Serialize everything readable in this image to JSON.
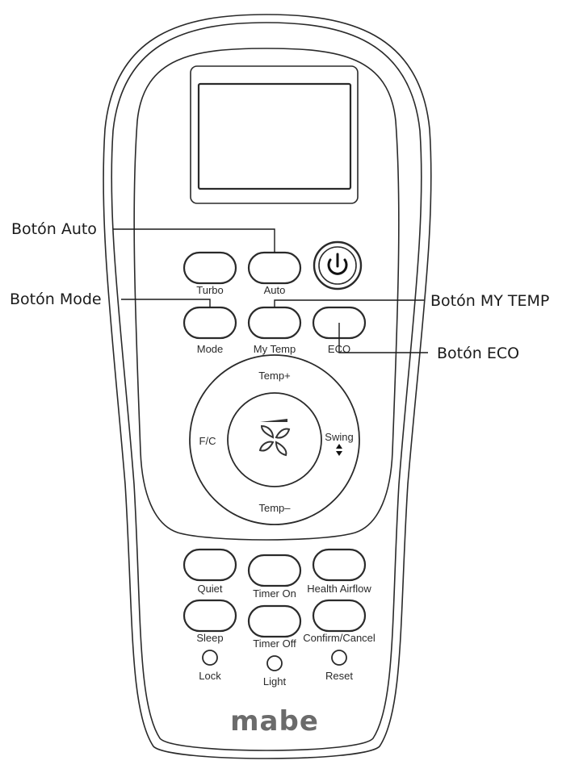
{
  "callouts": {
    "auto": "Botón Auto",
    "mode": "Botón Mode",
    "my_temp": "Botón MY TEMP",
    "eco": "Botón ECO"
  },
  "buttons": {
    "turbo": "Turbo",
    "auto": "Auto",
    "mode": "Mode",
    "my_temp": "My Temp",
    "eco": "ECO",
    "quiet": "Quiet",
    "timer_on": "Timer On",
    "health_airflow": "Health Airflow",
    "sleep": "Sleep",
    "timer_off": "Timer Off",
    "confirm_cancel": "Confirm/Cancel",
    "lock": "Lock",
    "light": "Light",
    "reset": "Reset"
  },
  "dpad": {
    "up": "Temp+",
    "down": "Temp–",
    "left": "F/C",
    "right": "Swing"
  },
  "icons": {
    "power": "power-icon",
    "fan": "fan-icon",
    "swing": "up-down-arrow-icon"
  },
  "brand": "mabe"
}
